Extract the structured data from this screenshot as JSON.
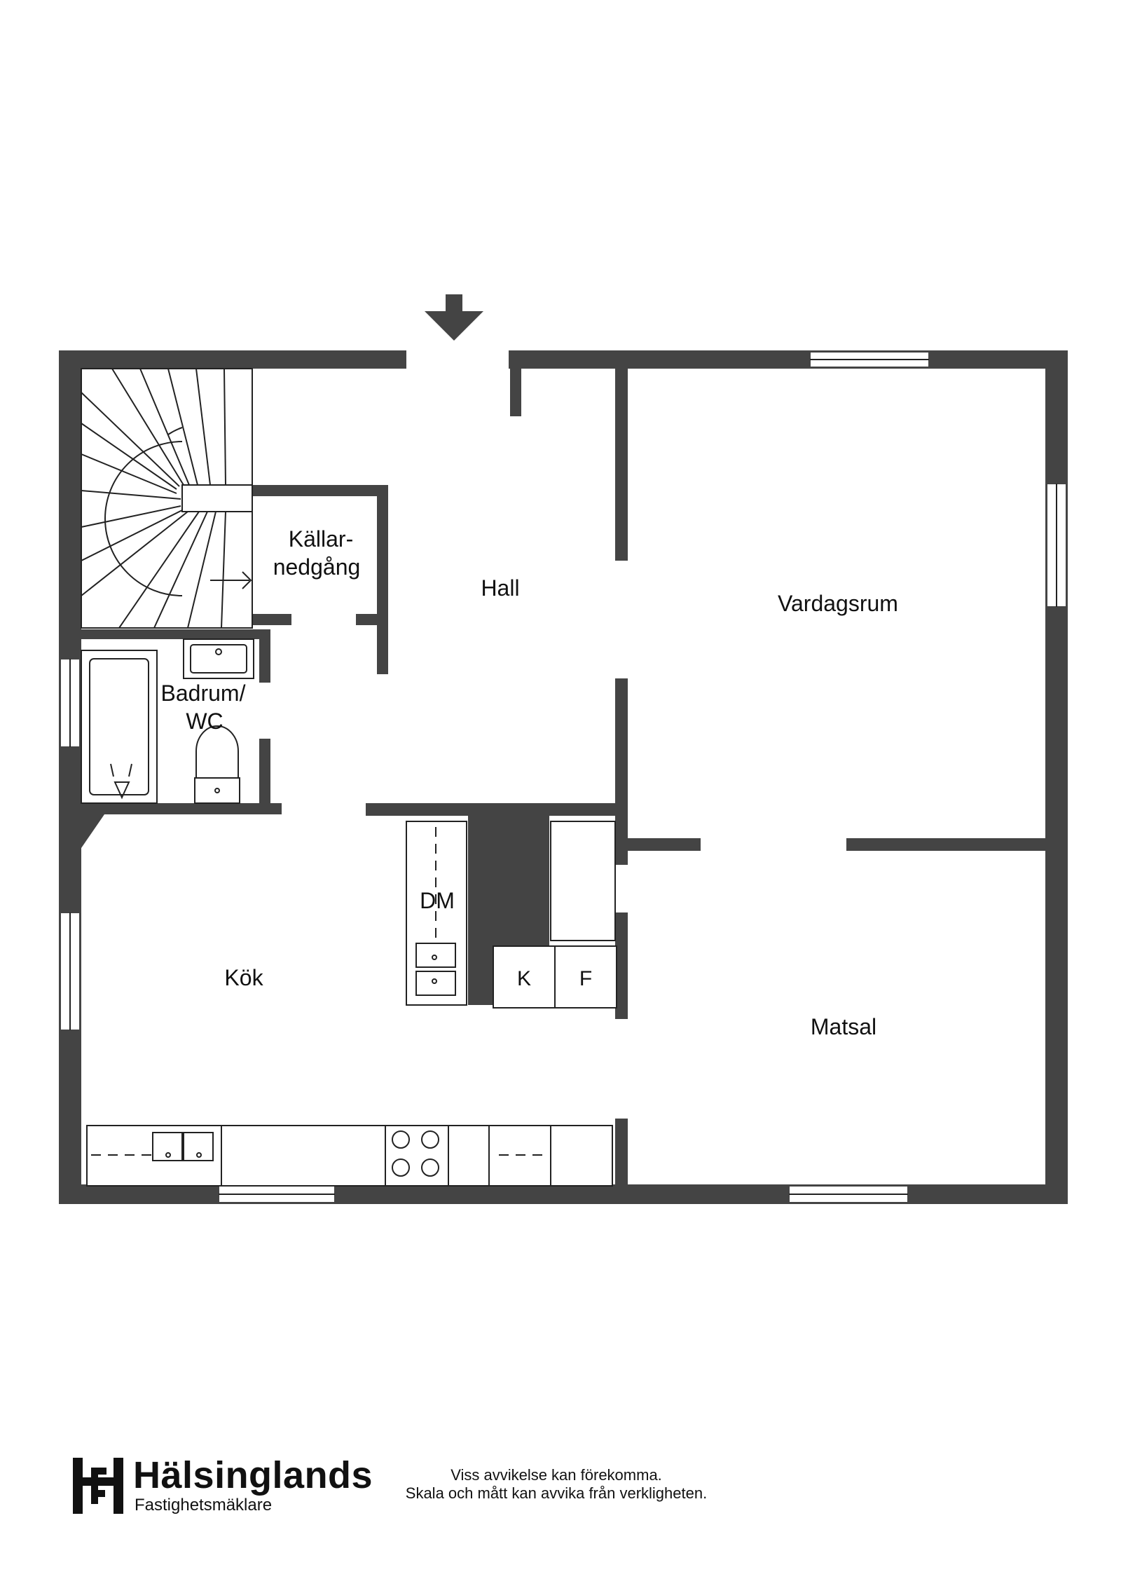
{
  "rooms": {
    "kallar_line1": "Källar-",
    "kallar_line2": "nedgång",
    "hall": "Hall",
    "vardagsrum": "Vardagsrum",
    "badrum_line1": "Badrum/",
    "badrum_line2": "WC",
    "dm": "DM",
    "kok": "Kök",
    "k": "K",
    "f": "F",
    "matsal": "Matsal"
  },
  "footer": {
    "brand_name": "Hälsinglands",
    "brand_sub": "Fastighetsmäklare",
    "disclaimer_line1": "Viss avvikelse kan förekomma.",
    "disclaimer_line2": "Skala och mått kan avvika från verkligheten."
  },
  "colors": {
    "wall": "#444444",
    "background": "#ffffff",
    "ink": "#111111"
  },
  "icons": {
    "entrance": "entrance-arrow-icon",
    "logo": "halsinglands-logo-icon"
  }
}
